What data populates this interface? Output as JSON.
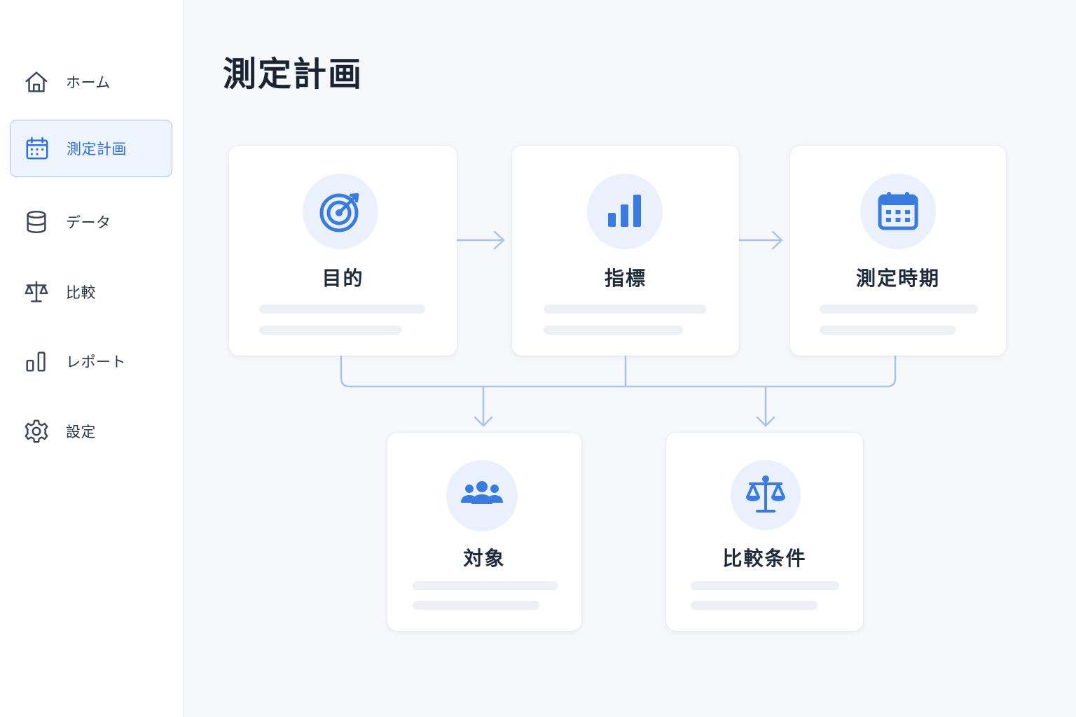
{
  "sidebar": {
    "items": [
      {
        "label": "ホーム",
        "icon": "home-icon"
      },
      {
        "label": "測定計画",
        "icon": "calendar-icon",
        "active": true
      },
      {
        "label": "データ",
        "icon": "database-icon"
      },
      {
        "label": "比較",
        "icon": "scale-icon"
      },
      {
        "label": "レポート",
        "icon": "bar-chart-icon"
      },
      {
        "label": "設定",
        "icon": "gear-icon"
      }
    ]
  },
  "main": {
    "title": "測定計画",
    "cards": [
      {
        "title": "目的",
        "icon": "target-icon"
      },
      {
        "title": "指標",
        "icon": "bar-chart-icon"
      },
      {
        "title": "測定時期",
        "icon": "calendar-icon"
      },
      {
        "title": "対象",
        "icon": "users-icon"
      },
      {
        "title": "比較条件",
        "icon": "scale-icon"
      }
    ]
  },
  "colors": {
    "accent": "#2f6fd6",
    "icon_blue": "#3a7be0",
    "connector": "#a9c4ea",
    "background": "#f6f8fb",
    "active_bg": "#eef4fd"
  }
}
